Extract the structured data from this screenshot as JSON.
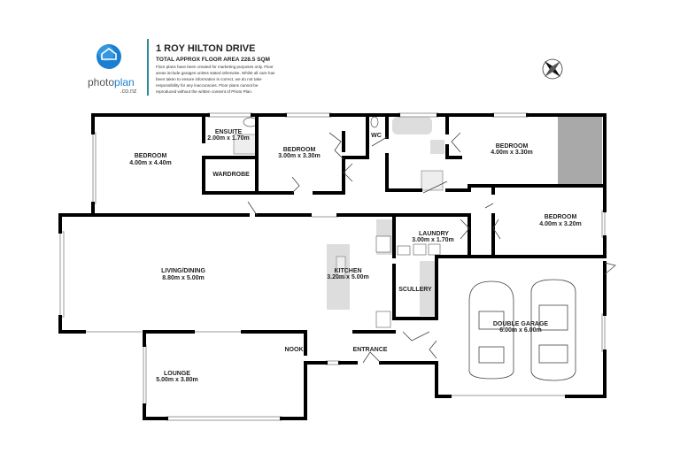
{
  "header": {
    "brand_name_1": "photo",
    "brand_name_2": "plan",
    "brand_domain": ".co.nz",
    "title": "1 ROY HILTON DRIVE",
    "subtitle": "TOTAL APPROX FLOOR AREA 228.5 SQM",
    "disclaimer": [
      "Floor plans have been created for marketing purposes only. Floor",
      "areas include garages unless stated otherwise. Whilst all care has",
      "been taken to ensure information is correct, we do not take",
      "responsibility for any inaccuracies. Floor plans cannot be",
      "reproduced without the written consent of Photo Plan."
    ],
    "brand_color": "#1a7fd0",
    "accent_color": "#2e8b9a"
  },
  "compass": {
    "icon": "compass-icon"
  },
  "rooms": [
    {
      "name": "BEDROOM",
      "size": "4.00m  x 4.40m"
    },
    {
      "name": "ENSUITE",
      "size": "2.00m  x 1.70m"
    },
    {
      "name": "WARDROBE",
      "size": ""
    },
    {
      "name": "BEDROOM",
      "size": "3.00m  x 3.30m"
    },
    {
      "name": "WC",
      "size": ""
    },
    {
      "name": "BEDROOM",
      "size": "4.00m  x 3.30m"
    },
    {
      "name": "BEDROOM",
      "size": "4.00m  x 3.20m"
    },
    {
      "name": "LAUNDRY",
      "size": "3.00m  x 1.70m"
    },
    {
      "name": "LIVING/DINING",
      "size": "8.80m  x 5.00m"
    },
    {
      "name": "KITCHEN",
      "size": "3.20m  x 5.00m"
    },
    {
      "name": "SCULLERY",
      "size": ""
    },
    {
      "name": "DOUBLE GARAGE",
      "size": "6.00m  x 6.00m"
    },
    {
      "name": "NOOK",
      "size": ""
    },
    {
      "name": "ENTRANCE",
      "size": ""
    },
    {
      "name": "LOUNGE",
      "size": "5.00m  x 3.80m"
    }
  ]
}
